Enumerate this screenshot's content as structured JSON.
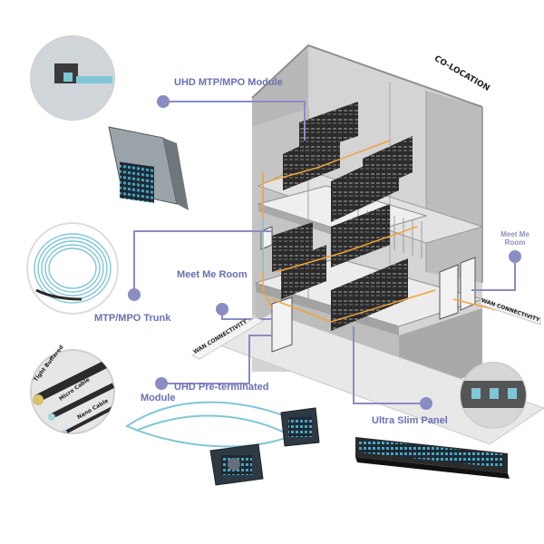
{
  "labels": {
    "uhd_module": "UHD MTP/MPO Module",
    "trunk": "MTP/MPO Trunk",
    "meet_me_room_left": "Meet Me Room",
    "meet_me_room_right_line1": "Meet Me",
    "meet_me_room_right_line2": "Room",
    "pre_terminated_line1": "UHD Pre-terminated",
    "pre_terminated_line2": "Module",
    "ultra_slim_panel": "Ultra Slim Panel",
    "co_location": "CO-LOCATION",
    "wan_left": "WAN CONNECTIVITY",
    "wan_right": "WAN CONNECTIVITY",
    "cable_tight": "Tight Buffered",
    "cable_micro": "Micro Cable",
    "cable_nano": "Nano Cable"
  },
  "colors": {
    "callout_line": "#8a8cc4",
    "callout_dot": "#8a8cc4",
    "label_text": "#6a6fb3",
    "building_light": "#c9c9c9",
    "building_mid": "#a8a8a8",
    "building_dark": "#7d7d7d",
    "fiber_aqua": "#7fc6d6",
    "fiber_orange": "#f2a23a"
  }
}
